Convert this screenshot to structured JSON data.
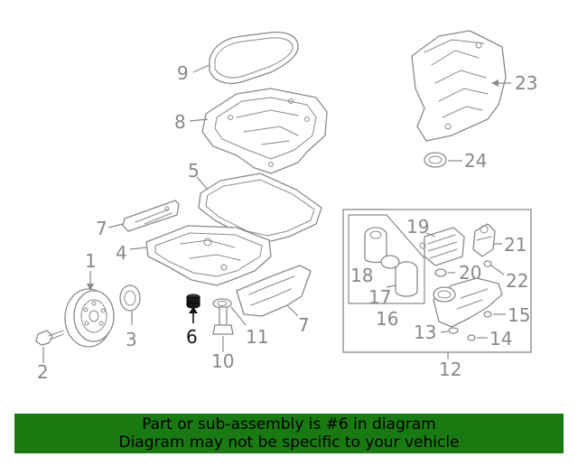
{
  "diagram": {
    "callouts": {
      "c1": "1",
      "c2": "2",
      "c3": "3",
      "c4": "4",
      "c5": "5",
      "c6": "6",
      "c7a": "7",
      "c7b": "7",
      "c8": "8",
      "c9": "9",
      "c10": "10",
      "c11": "11",
      "c12": "12",
      "c13": "13",
      "c14": "14",
      "c15": "15",
      "c16": "16",
      "c17": "17",
      "c18": "18",
      "c19": "19",
      "c20": "20",
      "c21": "21",
      "c22": "22",
      "c23": "23",
      "c24": "24"
    },
    "highlight_part": "6",
    "highlight_color": "#1a1a1a",
    "part_color": "#8a8a8a"
  },
  "banner": {
    "line1": "Part or sub-assembly is #6 in diagram",
    "line2": "Diagram may not be specific to your vehicle",
    "background_color": "#1a7a12"
  }
}
